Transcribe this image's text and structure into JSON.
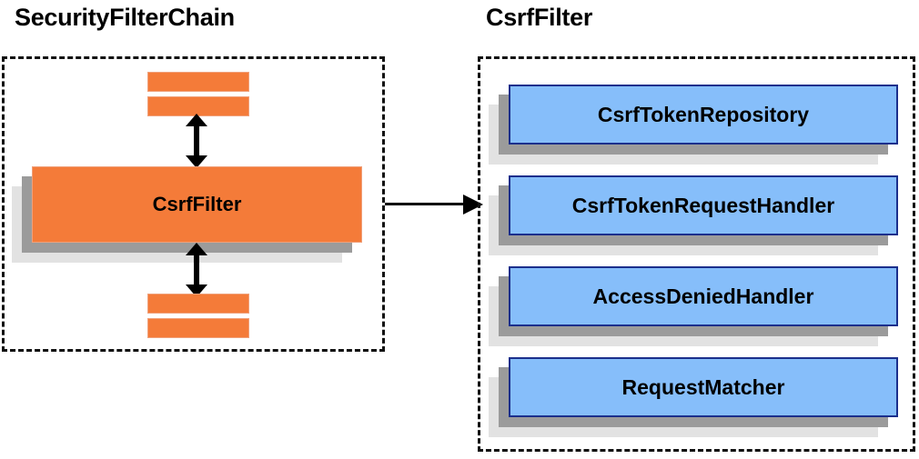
{
  "diagram": {
    "title_left": "SecurityFilterChain",
    "title_right": "CsrfFilter",
    "colors": {
      "filter_fill": "#f47b39",
      "component_fill": "#86befa",
      "component_border": "#1b2f8c",
      "shadow_near": "#9b9b9b",
      "shadow_far": "#e2e2e2",
      "outline": "#111111"
    }
  },
  "chain_panel": {
    "title": "SecurityFilterChain",
    "highlighted_filter": "CsrfFilter",
    "filters_above_count": 2,
    "filters_below_count": 2,
    "arrow_up_label": "bidirectional-flow",
    "arrow_down_label": "bidirectional-flow"
  },
  "csrf_panel": {
    "title": "CsrfFilter",
    "components": [
      {
        "label": "CsrfTokenRepository"
      },
      {
        "label": "CsrfTokenRequestHandler"
      },
      {
        "label": "AccessDeniedHandler"
      },
      {
        "label": "RequestMatcher"
      }
    ]
  },
  "link": {
    "label": "expands-to"
  }
}
